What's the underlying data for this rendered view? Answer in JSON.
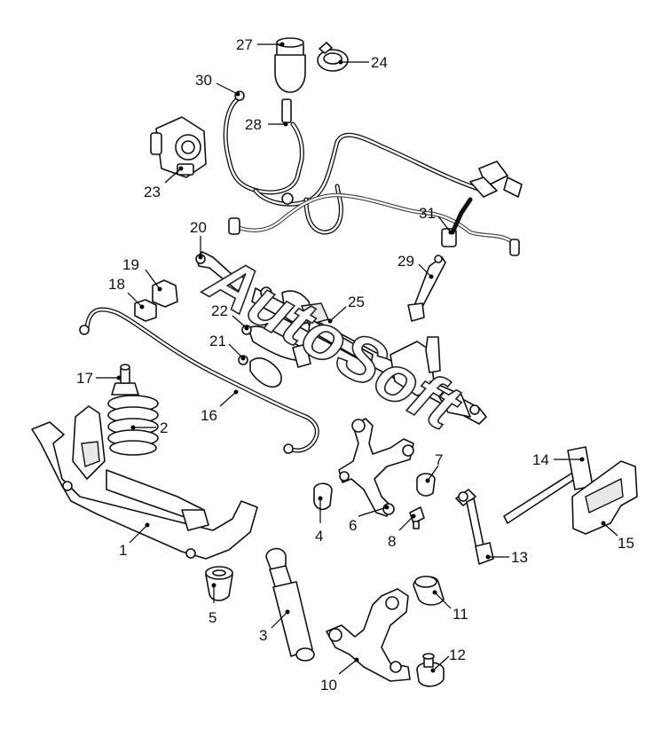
{
  "watermark": "AutoSoft",
  "callouts": [
    {
      "id": "1"
    },
    {
      "id": "2"
    },
    {
      "id": "3"
    },
    {
      "id": "4"
    },
    {
      "id": "5"
    },
    {
      "id": "6"
    },
    {
      "id": "7"
    },
    {
      "id": "8"
    },
    {
      "id": "10"
    },
    {
      "id": "11"
    },
    {
      "id": "12"
    },
    {
      "id": "13"
    },
    {
      "id": "14"
    },
    {
      "id": "15"
    },
    {
      "id": "16"
    },
    {
      "id": "17"
    },
    {
      "id": "18"
    },
    {
      "id": "19"
    },
    {
      "id": "20"
    },
    {
      "id": "21"
    },
    {
      "id": "22"
    },
    {
      "id": "23"
    },
    {
      "id": "24"
    },
    {
      "id": "25"
    },
    {
      "id": "27"
    },
    {
      "id": "28"
    },
    {
      "id": "29"
    },
    {
      "id": "30"
    },
    {
      "id": "31"
    }
  ]
}
